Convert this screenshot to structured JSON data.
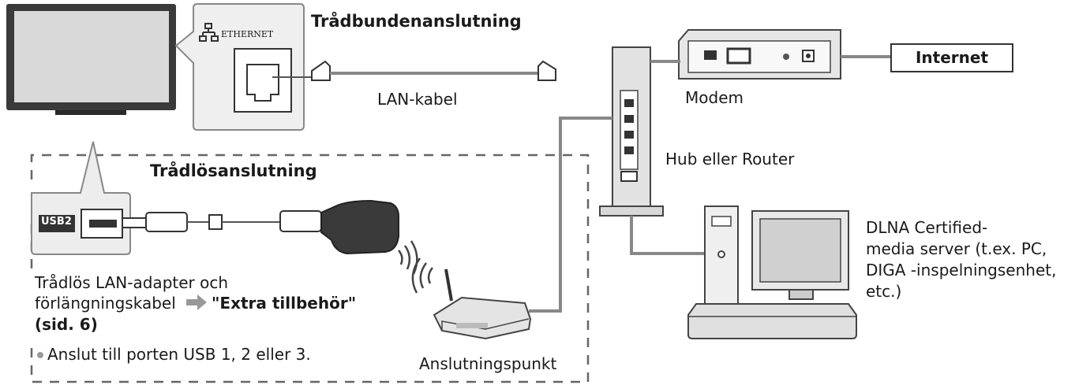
{
  "labels": {
    "ethernet_port": "ETHERNET",
    "wired_title": "Trådbundenanslutning",
    "lan_cable": "LAN-kabel",
    "modem": "Modem",
    "internet": "Internet",
    "hub_router": "Hub eller Router",
    "wireless_title": "Trådlösanslutning",
    "usb_port": "USB2",
    "adapter_line1": "Trådlös LAN-adapter och",
    "adapter_line2_pre": "förlängningskabel",
    "adapter_line2_ref": "\"Extra tillbehör\"",
    "adapter_line3": "(sid. 6)",
    "adapter_note": "Anslut till porten USB 1, 2 eller 3.",
    "access_point": "Anslutningspunkt",
    "dlna_line1": "DLNA Certified-",
    "dlna_line2": "media server (t.ex. PC,",
    "dlna_line3": "DIGA -inspelningsenhet,",
    "dlna_line4": "etc.)"
  }
}
